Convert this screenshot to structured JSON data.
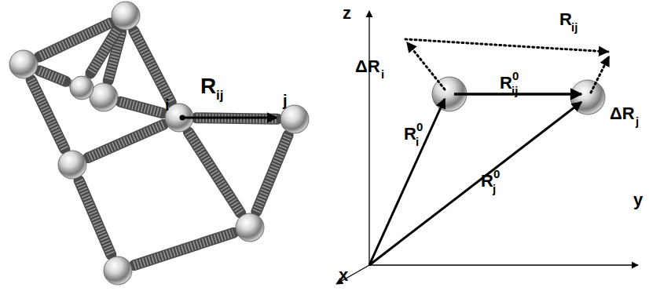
{
  "diagram": {
    "labels": [
      "R",
      "ij",
      "i",
      "j",
      "z",
      "y",
      "x",
      "R",
      "ij",
      "ΔR",
      "i",
      "R",
      "ij",
      "0",
      "ΔR",
      "j",
      "R",
      "i",
      "0",
      "R",
      "j",
      "0"
    ]
  }
}
